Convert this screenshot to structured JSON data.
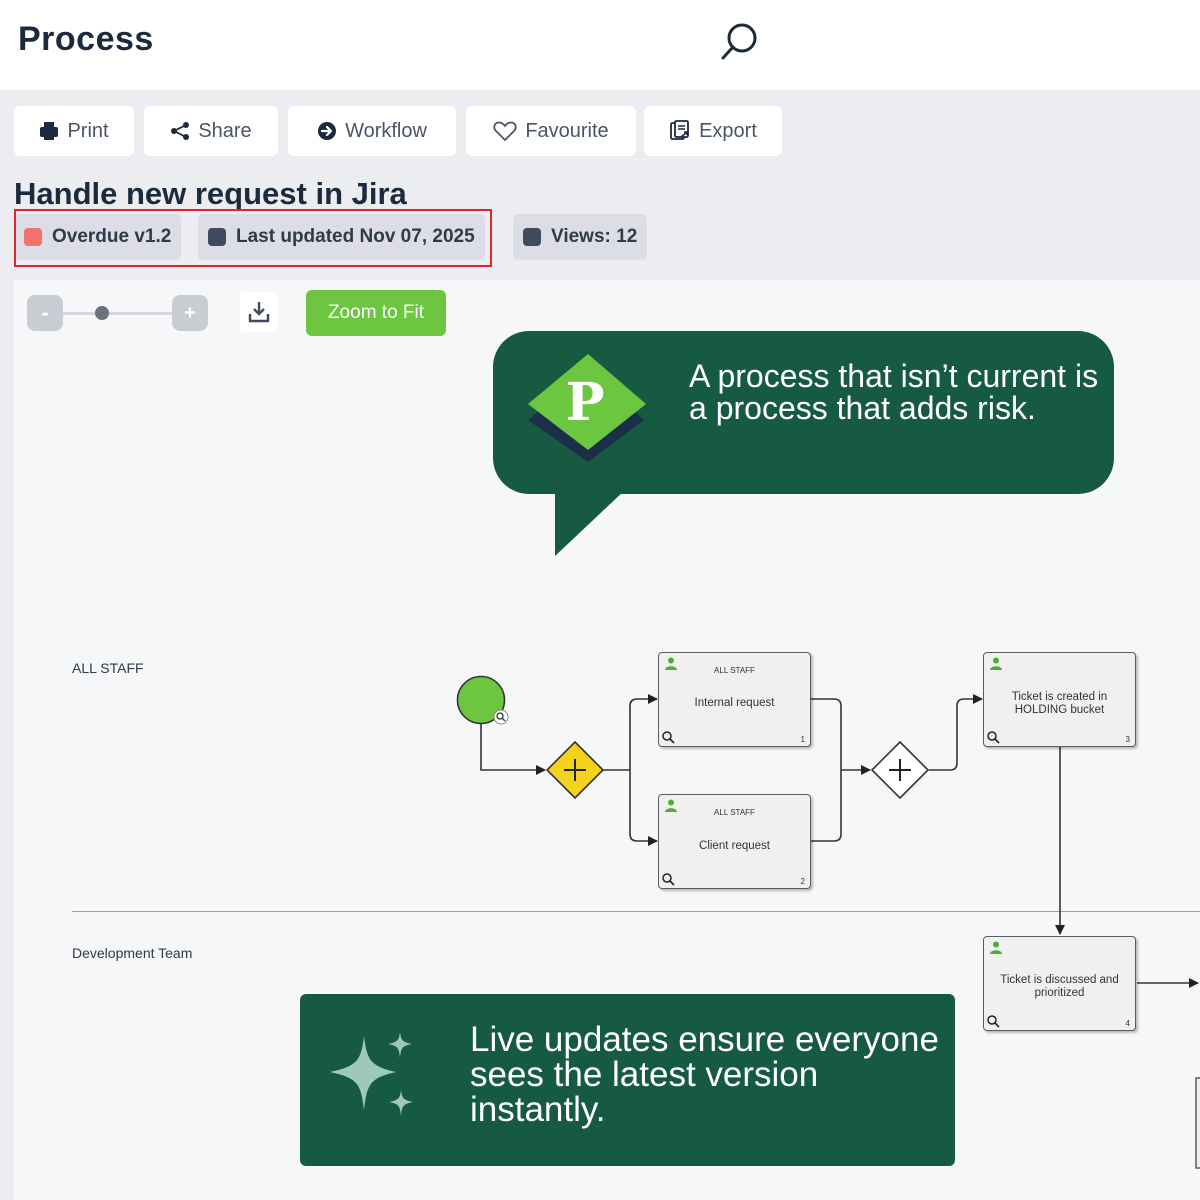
{
  "header": {
    "title": "Process"
  },
  "toolbar": {
    "print": "Print",
    "share": "Share",
    "workflow": "Workflow",
    "favourite": "Favourite",
    "export": "Export"
  },
  "process": {
    "title": "Handle new request in Jira",
    "status": "Overdue v1.2",
    "last_updated": "Last updated Nov 07, 2025",
    "views": "Views: 12"
  },
  "colors": {
    "overdue": "#f0736e",
    "meta": "#3f4a5c",
    "accent_green": "#6cc63f",
    "brand_dark_green": "#165a42",
    "gateway_yellow": "#f2d21b",
    "highlight_red": "#e0242b"
  },
  "zoom": {
    "minus": "-",
    "plus": "+",
    "fit": "Zoom to Fit"
  },
  "callout": {
    "text": "A process that isn’t current is a process that adds risk."
  },
  "logo": {
    "letter": "P"
  },
  "lanes": [
    "ALL STAFF",
    "Development Team"
  ],
  "tasks": [
    {
      "lane_tag": "ALL STAFF",
      "label": "Internal request",
      "num": "1"
    },
    {
      "lane_tag": "ALL STAFF",
      "label": "Client request",
      "num": "2"
    },
    {
      "lane_tag": "",
      "label": "Ticket is created in HOLDING bucket",
      "num": "3"
    },
    {
      "lane_tag": "",
      "label": "Ticket is discussed and prioritized",
      "num": "4"
    }
  ],
  "banner": {
    "text": "Live updates ensure everyone sees the latest version instantly."
  },
  "icons": [
    "search-icon",
    "print-icon",
    "share-icon",
    "workflow-icon",
    "heart-icon",
    "export-icon",
    "download-icon",
    "person-icon",
    "magnifier-icon",
    "sparkle-icon"
  ]
}
